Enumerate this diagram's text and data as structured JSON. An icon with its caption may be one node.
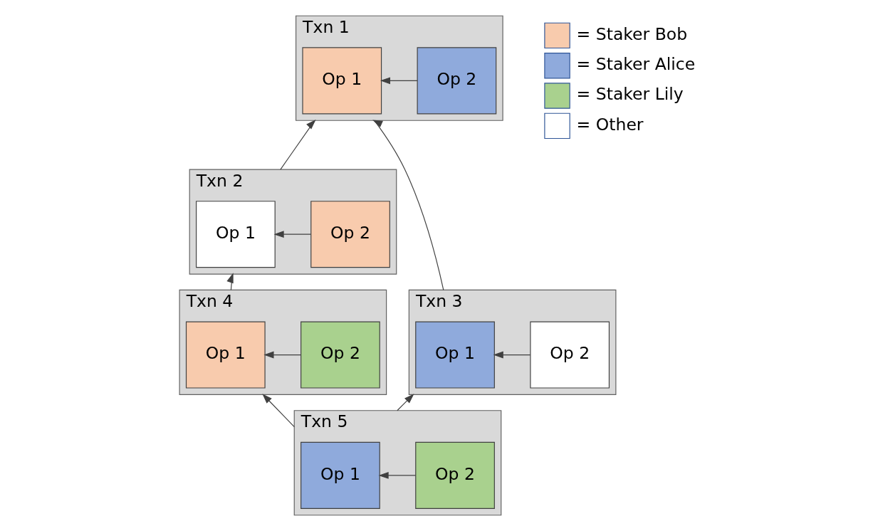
{
  "diagram": {
    "nodes": [
      {
        "text": [
          "Txn 1"
        ]
      },
      {
        "text": [
          "Op 1"
        ],
        "in": 0
      },
      {
        "text": [
          "Op 2"
        ],
        "in": 0
      },
      {
        "text": [
          "Txn 2"
        ]
      },
      {
        "text": [
          "Op 1"
        ],
        "in": 3
      },
      {
        "text": [
          "Op 2"
        ],
        "in": 3
      },
      {
        "text": [
          "Txn 3"
        ]
      },
      {
        "text": [
          "Op 1"
        ],
        "in": 6
      },
      {
        "text": [
          "Op 2"
        ],
        "in": 6
      },
      {
        "text": [
          "Txn 4"
        ]
      },
      {
        "text": [
          "Op 1"
        ],
        "in": 9
      },
      {
        "text": [
          "Op 2"
        ],
        "in": 9
      },
      {
        "text": [
          "Txn 5"
        ]
      },
      {
        "text": [
          "Op 1"
        ],
        "in": 12
      },
      {
        "text": [
          "Op 2"
        ],
        "in": 12
      }
    ],
    "edges": [
      {
        "from": 2,
        "to": 1,
        "arrow": "to"
      },
      {
        "from": 5,
        "to": 4,
        "arrow": "to"
      },
      {
        "from": 8,
        "to": 7,
        "arrow": "to"
      },
      {
        "from": 11,
        "to": 10,
        "arrow": "to"
      },
      {
        "from": 14,
        "to": 13,
        "arrow": "to"
      },
      {
        "from": 3,
        "to": 0,
        "arrow": "to"
      },
      {
        "from": 6,
        "to": 0,
        "arrow": "to"
      },
      {
        "from": 9,
        "to": 3,
        "arrow": "to"
      },
      {
        "from": 12,
        "to": 6,
        "arrow": "to"
      },
      {
        "from": 12,
        "to": 9,
        "arrow": "to"
      }
    ],
    "legend": [
      {
        "text": "= Staker Bob",
        "color": "#f8cbad"
      },
      {
        "text": "= Staker Alice",
        "color": "#8faadc"
      },
      {
        "text": "= Staker Lily",
        "color": "#a9d18e"
      },
      {
        "text": "= Other",
        "color": "#ffffff"
      }
    ]
  }
}
